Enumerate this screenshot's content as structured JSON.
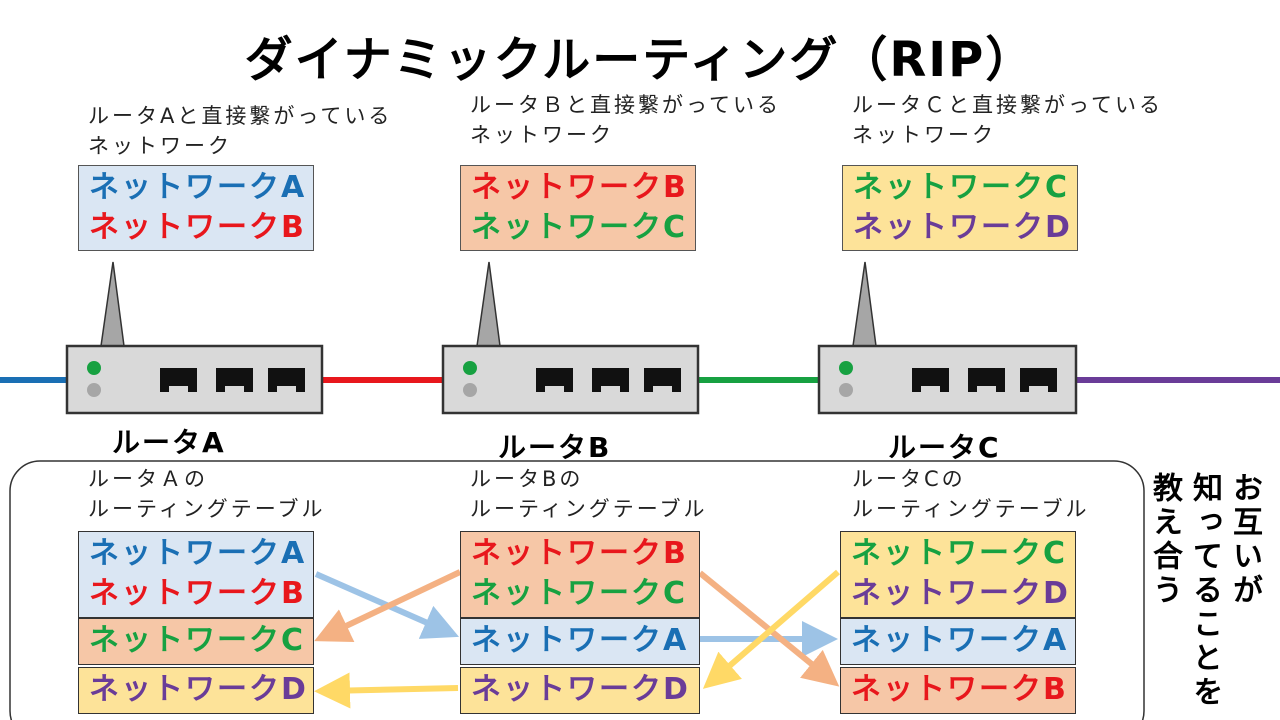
{
  "title": "ダイナミックルーティング（RIP）",
  "colors": {
    "network_a": "#1a6fb4",
    "network_b": "#e8171c",
    "network_c": "#17a141",
    "network_d": "#6a3c98",
    "box_blue": "#dae6f3",
    "box_orange": "#f6c7a7",
    "box_yellow": "#fde399",
    "arrow_blue": "#9dc3e6",
    "arrow_orange": "#f4b183",
    "arrow_yellow": "#ffd966"
  },
  "routers": [
    {
      "name": "ルータA",
      "connected_caption": [
        "ルータAと直接繋がっている",
        "ネットワーク"
      ],
      "connected": [
        "ネットワークA",
        "ネットワークB"
      ],
      "table_caption": [
        "ルータＡの",
        "ルーティングテーブル"
      ],
      "table": [
        "ネットワークA",
        "ネットワークB",
        "ネットワークC",
        "ネットワークD"
      ]
    },
    {
      "name": "ルータB",
      "connected_caption": [
        "ルータＢと直接繋がっている",
        "ネットワーク"
      ],
      "connected": [
        "ネットワークB",
        "ネットワークC"
      ],
      "table_caption": [
        "ルータBの",
        "ルーティングテーブル"
      ],
      "table": [
        "ネットワークB",
        "ネットワークC",
        "ネットワークA",
        "ネットワークD"
      ]
    },
    {
      "name": "ルータC",
      "connected_caption": [
        "ルータＣと直接繋がっている",
        "ネットワーク"
      ],
      "connected": [
        "ネットワークC",
        "ネットワークD"
      ],
      "table_caption": [
        "ルータCの",
        "ルーティングテーブル"
      ],
      "table": [
        "ネットワークC",
        "ネットワークD",
        "ネットワークA",
        "ネットワークB"
      ]
    }
  ],
  "side_text": [
    "お互いが",
    "知ってることを",
    "教え合う"
  ],
  "side_text_vertical": [
    "お互いが",
    "知ってることを",
    "教え合う"
  ]
}
